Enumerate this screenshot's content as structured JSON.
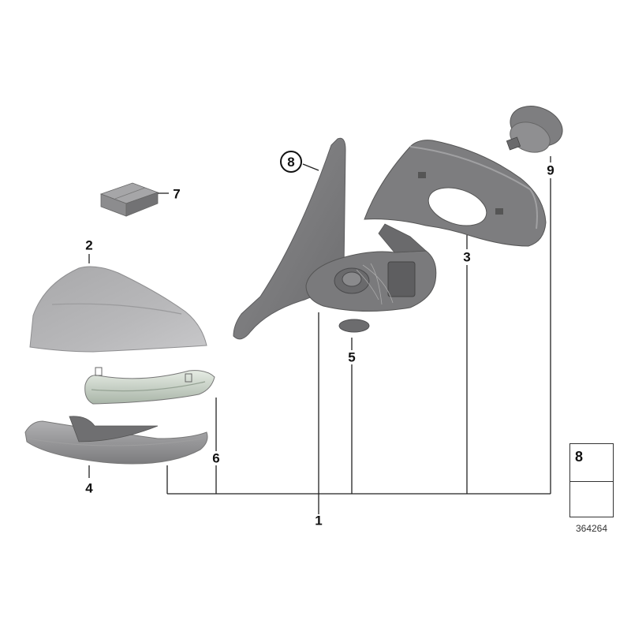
{
  "diagram": {
    "title": "Outside mirror parts diagram",
    "diagram_id": "364264",
    "colors": {
      "background": "#ffffff",
      "line": "#222222",
      "part_dark": "#5e5e60",
      "part_mid": "#8a8a8c",
      "part_light": "#b4b4b6",
      "lens_tint": "#c9d6c8"
    },
    "callouts": [
      {
        "id": "1",
        "label": "1",
        "part": "Outside mirror assembly"
      },
      {
        "id": "2",
        "label": "2",
        "part": "Mirror cap"
      },
      {
        "id": "3",
        "label": "3",
        "part": "Mirror housing frame"
      },
      {
        "id": "4",
        "label": "4",
        "part": "Lower trim / turn signal cover"
      },
      {
        "id": "5",
        "label": "5",
        "part": "Cover cap"
      },
      {
        "id": "6",
        "label": "6",
        "part": "Turn indicator lens"
      },
      {
        "id": "7",
        "label": "7",
        "part": "Control unit module"
      },
      {
        "id": "8",
        "label": "8",
        "part": "Mirror base / screw",
        "circled": true
      },
      {
        "id": "9",
        "label": "9",
        "part": "Mirror drive motor"
      }
    ],
    "reference_box": {
      "label": "8",
      "icons": [
        "screw-icon",
        "mounting-arrow-icon"
      ]
    }
  }
}
